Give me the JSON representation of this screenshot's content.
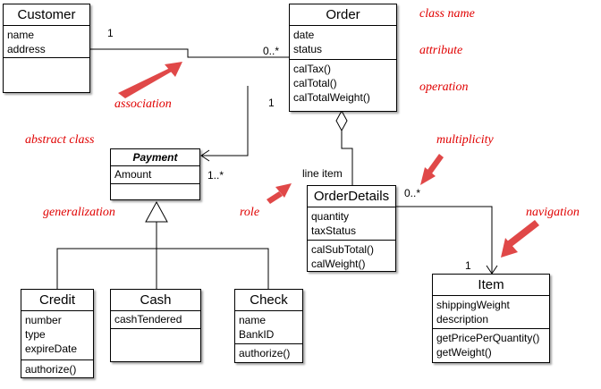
{
  "classes": {
    "customer": {
      "name": "Customer",
      "attributes": [
        "name",
        "address"
      ],
      "operations": []
    },
    "order": {
      "name": "Order",
      "attributes": [
        "date",
        "status"
      ],
      "operations": [
        "calTax()",
        "calTotal()",
        "calTotalWeight()"
      ]
    },
    "payment": {
      "name": "Payment",
      "attributes": [
        "Amount"
      ],
      "operations": []
    },
    "order_details": {
      "name": "OrderDetails",
      "attributes": [
        "quantity",
        "taxStatus"
      ],
      "operations": [
        "calSubTotal()",
        "calWeight()"
      ]
    },
    "credit": {
      "name": "Credit",
      "attributes": [
        "number",
        "type",
        "expireDate"
      ],
      "operations": [
        "authorize()"
      ]
    },
    "cash": {
      "name": "Cash",
      "attributes": [
        "cashTendered"
      ],
      "operations": []
    },
    "check": {
      "name": "Check",
      "attributes": [
        "name",
        "BankID"
      ],
      "operations": [
        "authorize()"
      ]
    },
    "item": {
      "name": "Item",
      "attributes": [
        "shippingWeight",
        "description"
      ],
      "operations": [
        "getPricePerQuantity()",
        "getWeight()"
      ]
    }
  },
  "multiplicities": {
    "customer_order_1": "1",
    "customer_order_many": "0..*",
    "order_payment_1": "1",
    "order_payment_many": "1..*",
    "orderdetails_item_many": "0..*",
    "orderdetails_item_1": "1",
    "role_name": "line item"
  },
  "annotations": {
    "class_name": "class name",
    "attribute": "attribute",
    "operation": "operation",
    "association": "association",
    "abstract_class": "abstract class",
    "multiplicity": "multiplicity",
    "generalization": "generalization",
    "role": "role",
    "navigation": "navigation"
  },
  "colors": {
    "annotation": "#e00000",
    "arrow_fill": "#e04848",
    "line": "#000000"
  }
}
